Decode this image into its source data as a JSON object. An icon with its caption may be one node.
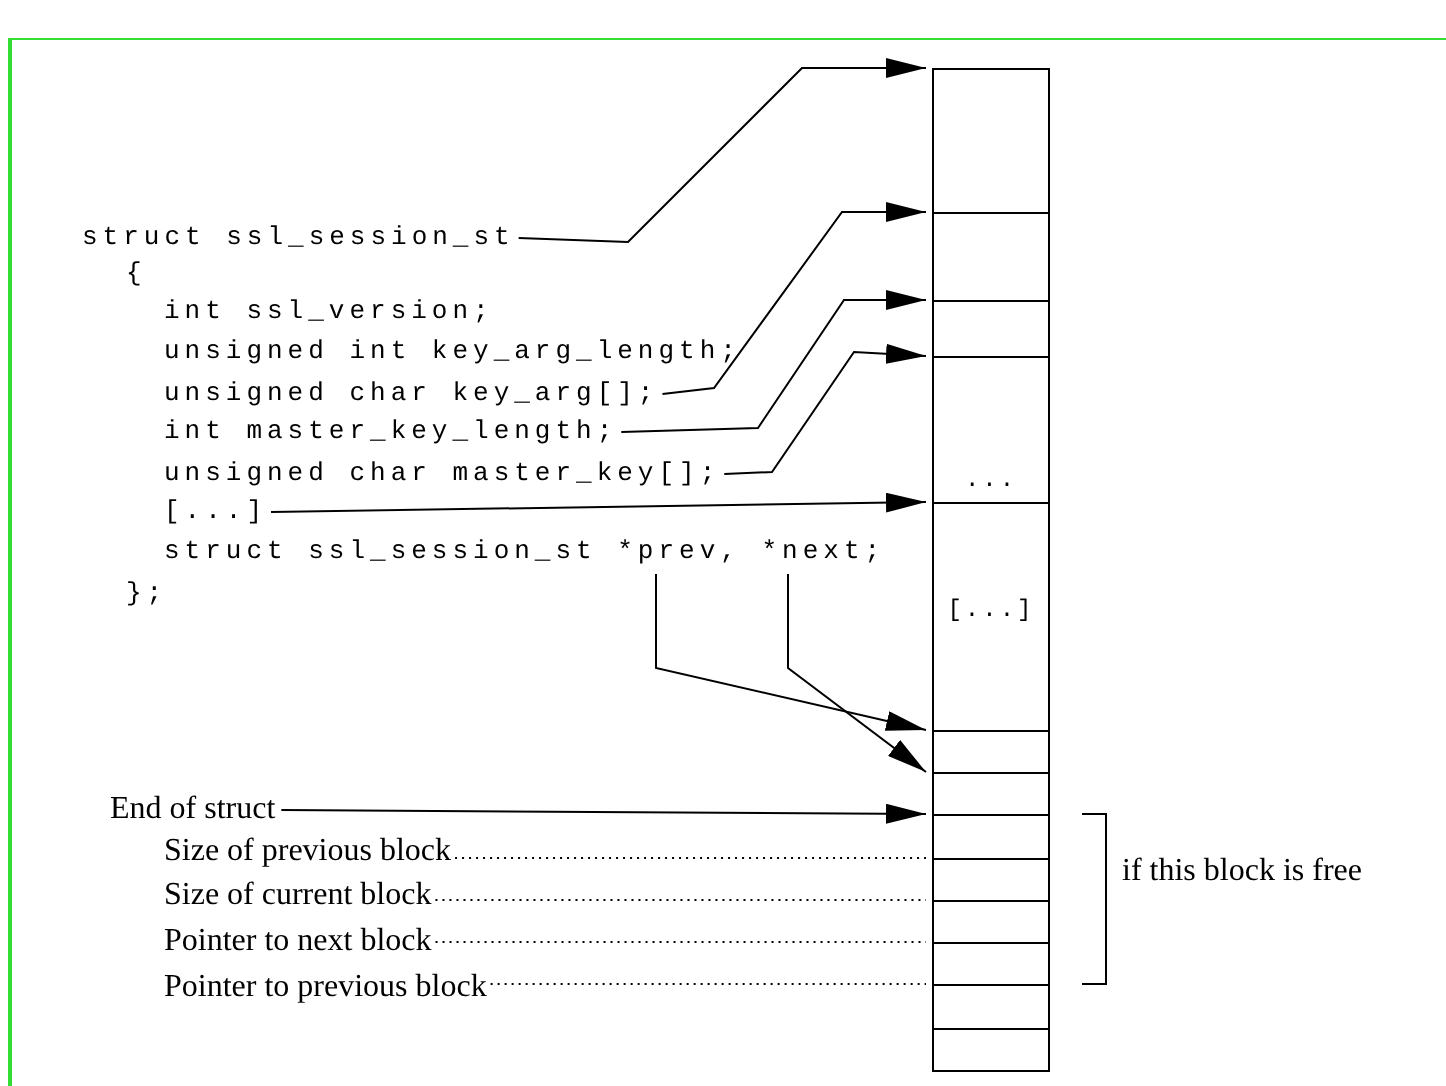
{
  "diagram": {
    "nodes": [
      {
        "text": [
          "struct ssl_session_st"
        ]
      },
      {
        "text": [
          "unsigned char key_arg[];"
        ]
      },
      {
        "text": [
          "int master_key_length;"
        ]
      },
      {
        "text": [
          "unsigned char master_key[];"
        ]
      },
      {
        "text": [
          "[...]"
        ]
      },
      {
        "text": [
          "struct ssl_session_st *prev, *next;"
        ]
      },
      {
        "text": [
          "End of struct"
        ]
      },
      {
        "text": [
          "Size of previous block"
        ]
      },
      {
        "text": [
          "Size of current block"
        ]
      },
      {
        "text": [
          "Pointer to next block"
        ]
      },
      {
        "text": [
          "Pointer to previous block"
        ]
      },
      {
        "text": [],
        "shape": "box"
      },
      {
        "text": [],
        "shape": "box"
      },
      {
        "text": [],
        "shape": "box"
      },
      {
        "text": [
          "..."
        ]
      },
      {
        "text": [
          "[...]"
        ]
      },
      {
        "text": [],
        "shape": "box"
      },
      {
        "text": [],
        "shape": "box"
      },
      {
        "text": [],
        "shape": "box"
      },
      {
        "text": [],
        "shape": "box"
      },
      {
        "text": [],
        "shape": "box"
      },
      {
        "text": [],
        "shape": "box"
      },
      {
        "text": [],
        "shape": "box"
      },
      {
        "text": [],
        "shape": "box"
      }
    ],
    "edges": [
      {
        "from": 0,
        "to": 11,
        "arrow": "to"
      },
      {
        "from": 1,
        "to": 12,
        "arrow": "to"
      },
      {
        "from": 2,
        "to": 13,
        "arrow": "to"
      },
      {
        "from": 3,
        "to": 14,
        "arrow": "to"
      },
      {
        "from": 4,
        "to": 15,
        "arrow": "to"
      },
      {
        "from": 5,
        "to": 16,
        "arrow": "to"
      },
      {
        "from": 5,
        "to": 17,
        "arrow": "to"
      },
      {
        "from": 6,
        "to": 18,
        "arrow": "to"
      },
      {
        "from": 7,
        "to": 19,
        "arrow": "none",
        "style": "dashed"
      },
      {
        "from": 8,
        "to": 20,
        "arrow": "none",
        "style": "dashed"
      },
      {
        "from": 9,
        "to": 21,
        "arrow": "none",
        "style": "dashed"
      },
      {
        "from": 10,
        "to": 22,
        "arrow": "none",
        "style": "dashed"
      }
    ],
    "labels": [
      "{",
      "int ssl_version;",
      "unsigned int key_arg_length;",
      "};",
      "if this block is free"
    ]
  }
}
